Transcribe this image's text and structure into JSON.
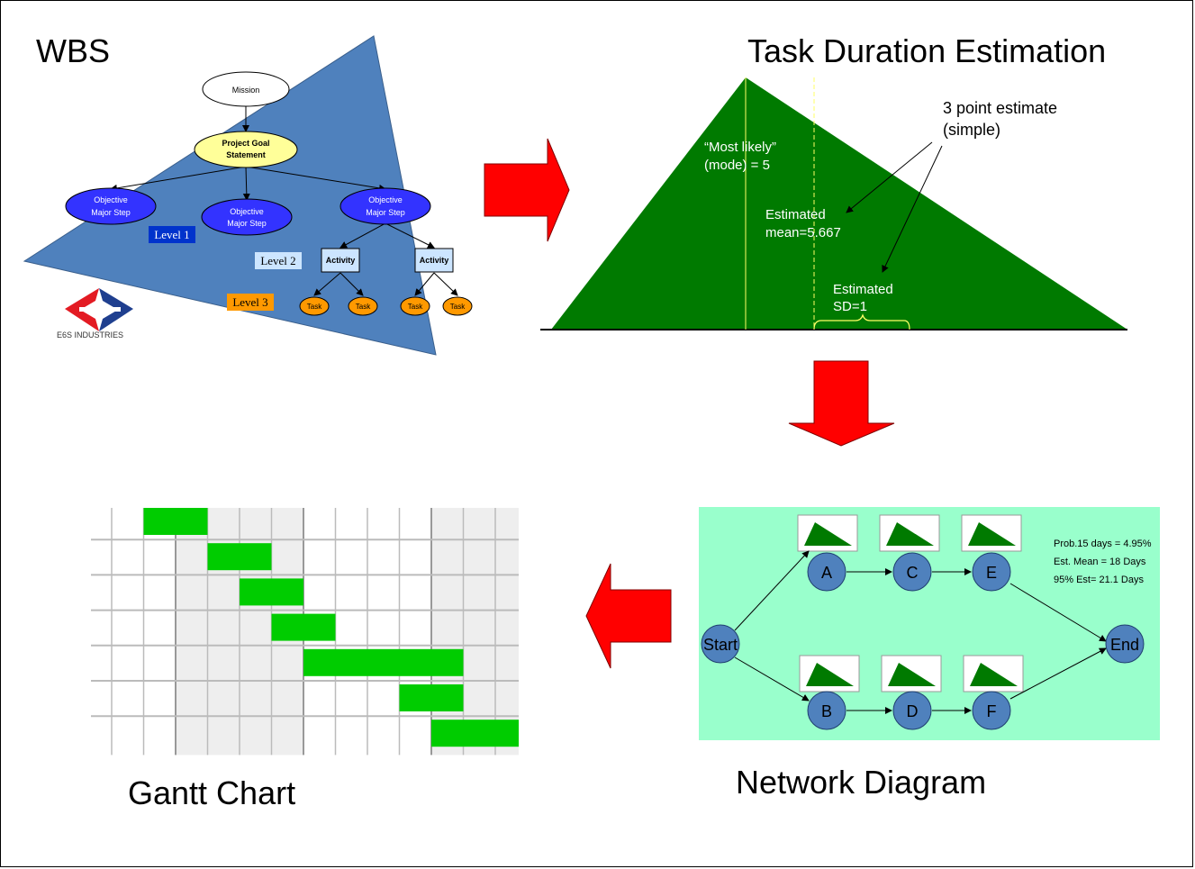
{
  "titles": {
    "wbs": "WBS",
    "task_duration": "Task Duration Estimation",
    "gantt": "Gantt Chart",
    "network": "Network Diagram"
  },
  "wbs": {
    "mission": "Mission",
    "goal_line1": "Project Goal",
    "goal_line2": "Statement",
    "objective_line1": "Objective",
    "objective_line2": "Major Step",
    "activity": "Activity",
    "task": "Task",
    "level1": "Level 1",
    "level2": "Level 2",
    "level3": "Level 3",
    "company": "E6S INDUSTRIES",
    "colors": {
      "triangle": "#4F81BD",
      "objective": "#3333FF",
      "goal": "#FFFF99",
      "task": "#FF9900",
      "level1_bg": "#0033CC",
      "level2_bg": "#CCE5FF",
      "level3_bg": "#FF9900"
    }
  },
  "duration": {
    "most_likely_line1": "“Most likely”",
    "most_likely_line2": "(mode) = 5",
    "three_point_line1": "3 point estimate",
    "three_point_line2": "(simple)",
    "mean_line1": "Estimated",
    "mean_line2": "mean=5.667",
    "sd_line1": "Estimated",
    "sd_line2": "SD=1",
    "colors": {
      "fill": "#007A00",
      "line": "#FFFF66"
    }
  },
  "network": {
    "stats": [
      "Prob.15 days = 4.95%",
      "Est. Mean = 18 Days",
      "95% Est= 21.1 Days"
    ],
    "nodes": [
      "Start",
      "A",
      "C",
      "E",
      "B",
      "D",
      "F",
      "End"
    ],
    "colors": {
      "bg": "#99FFCC",
      "node": "#4F81BD"
    }
  },
  "gantt": {
    "bars": [
      {
        "start": 1,
        "length": 2
      },
      {
        "start": 3,
        "length": 2
      },
      {
        "start": 4,
        "length": 2
      },
      {
        "start": 5,
        "length": 2
      },
      {
        "start": 6,
        "length": 5
      },
      {
        "start": 9,
        "length": 2
      },
      {
        "start": 10,
        "length": 3
      }
    ],
    "columns": 13,
    "colors": {
      "bar": "#00CC00",
      "shade": "#EEEEEE",
      "grid": "#BBBBBB"
    }
  },
  "arrows": {
    "color": "#FF0000"
  }
}
